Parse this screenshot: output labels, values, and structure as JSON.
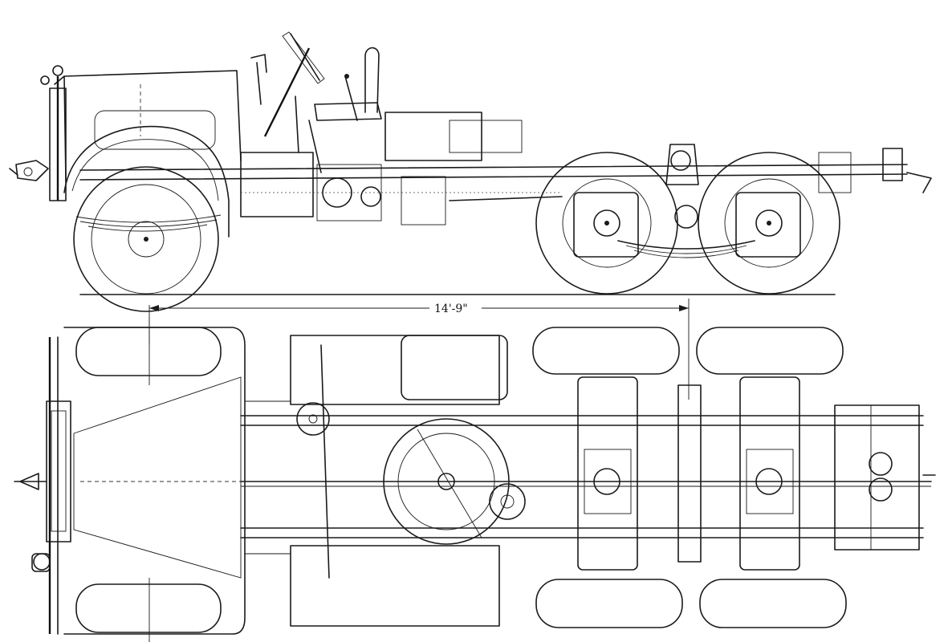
{
  "drawing": {
    "views": [
      "side-elevation",
      "plan-view"
    ],
    "dimension_label": "14'-9\""
  },
  "colors": {
    "ink": "#1a1a1a",
    "paper": "#ffffff"
  }
}
